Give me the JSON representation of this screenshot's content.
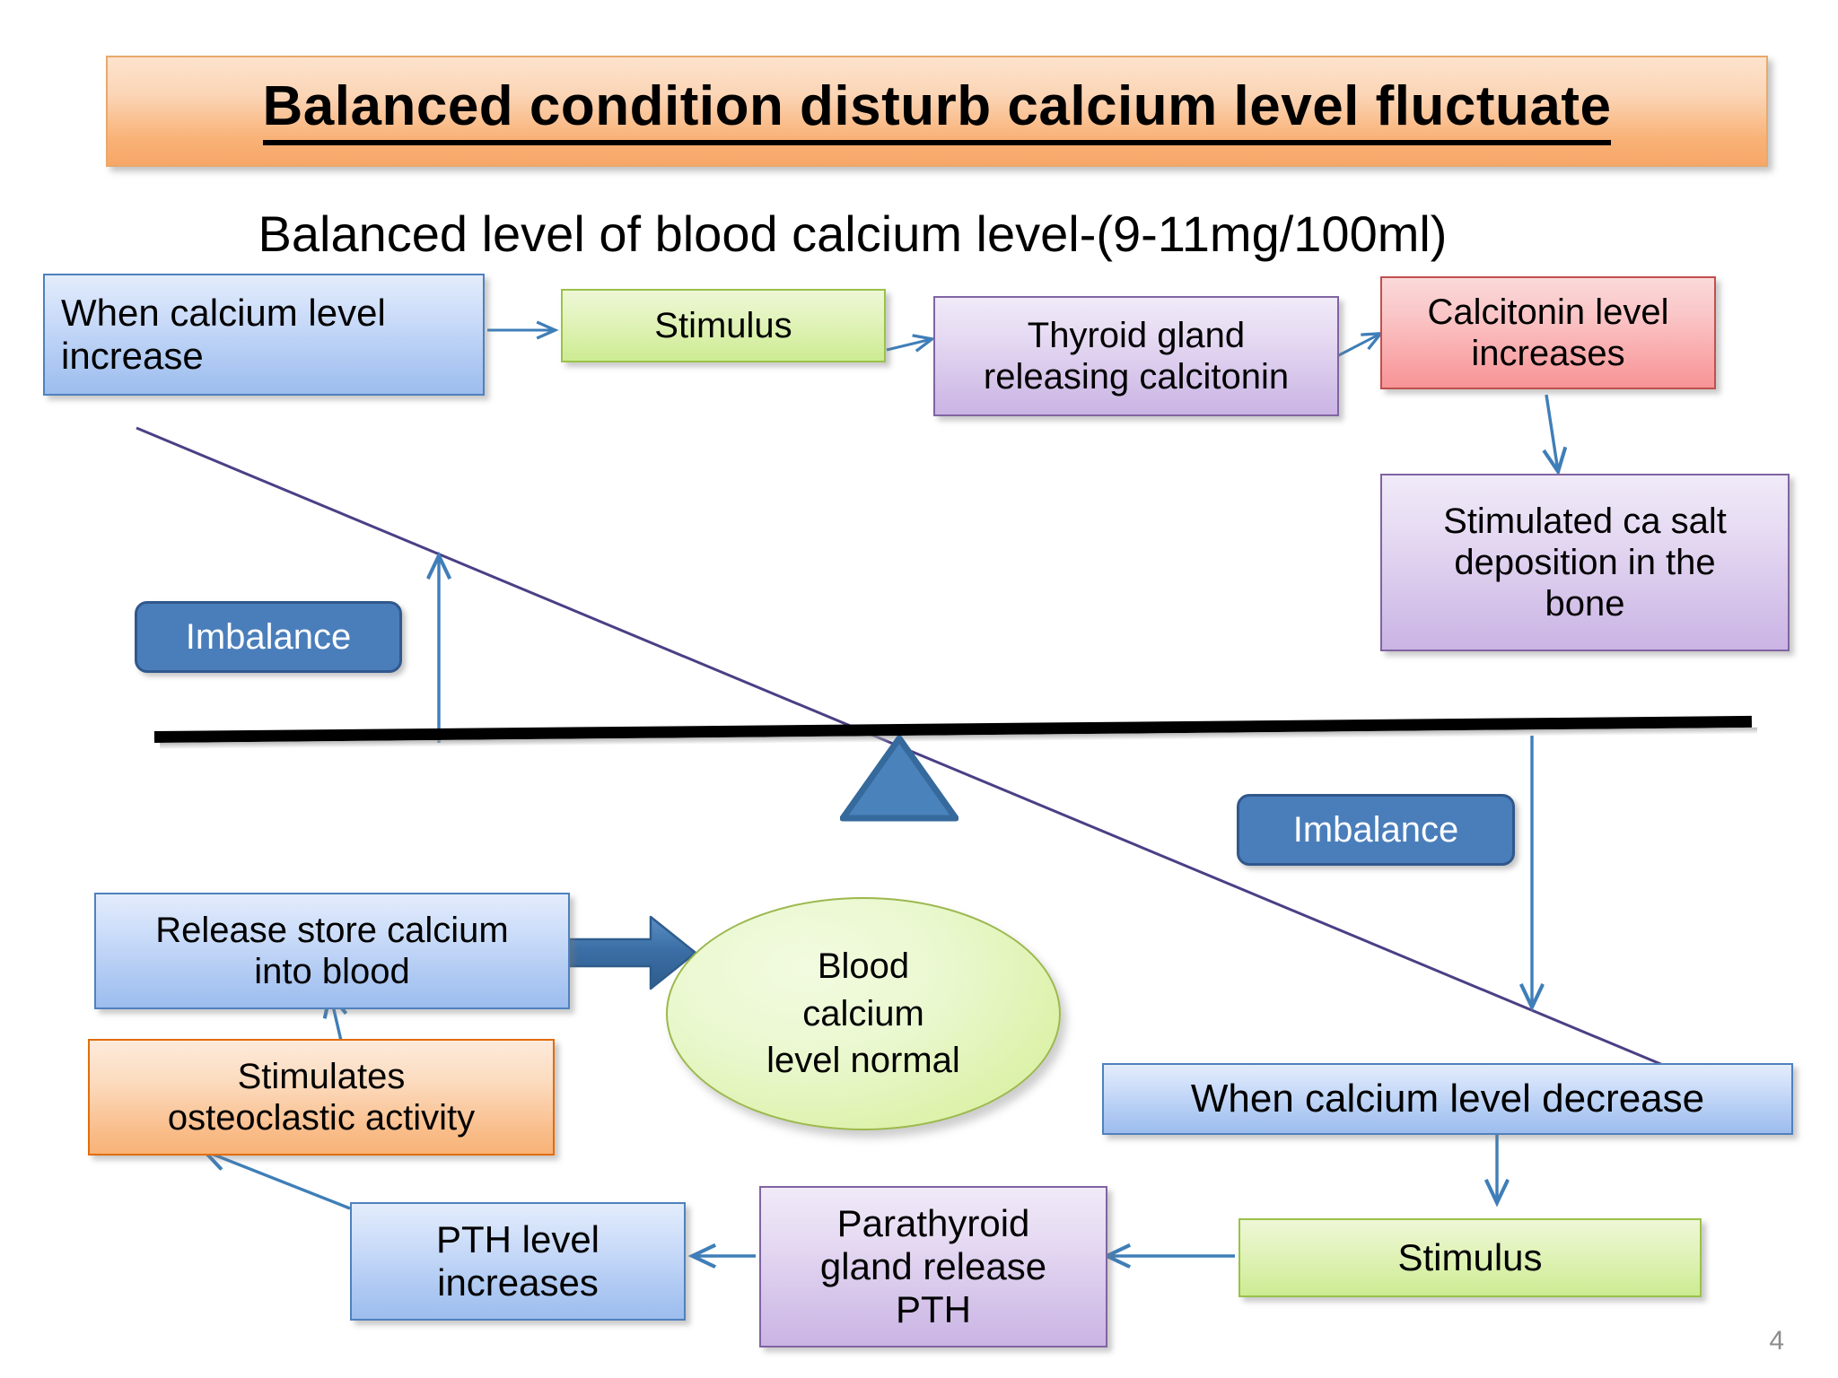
{
  "slide": {
    "title": "Balanced  condition  disturb  calcium  level fluctuate",
    "subtitle": "Balanced level of blood calcium level-(9-11mg/100ml)",
    "page_number": "4"
  },
  "colors": {
    "title_band_top": "#fde3cd",
    "title_band_bottom": "#f7a768",
    "blue_box": "#adc8f2",
    "green_box": "#d4eea0",
    "purple_box": "#d2bfe8",
    "pink_box": "#f9a2a4",
    "orange_box": "#f9bd8a",
    "imbalance_pill": "#4a7ebb",
    "fulcrum": "#4a7ebb",
    "arrow_blue": "#3f7eb8",
    "diagonal_line": "#4b3f85",
    "beam": "#000000",
    "page_number": "#8c8c8c"
  },
  "nodes": {
    "calcium_increase": "When calcium level increase",
    "stimulus_top": "Stimulus",
    "thyroid_gland": "Thyroid gland releasing calcitonin",
    "calcitonin_increase": "Calcitonin level increases",
    "ca_salt_deposition": "Stimulated ca salt deposition in the bone",
    "imbalance_left": "Imbalance",
    "imbalance_right": "Imbalance",
    "release_store_calcium": "Release store calcium into blood",
    "stimulates_osteoclastic": "Stimulates osteoclastic activity",
    "blood_calcium_normal": "Blood calcium level normal",
    "calcium_decrease": "When calcium level decrease",
    "stimulus_bottom": "Stimulus",
    "pth_level_increases": "PTH level increases",
    "parathyroid_release": "Parathyroid gland release PTH"
  },
  "node_lines": {
    "calcium_increase": [
      "When calcium level",
      "increase"
    ],
    "thyroid_gland": [
      "Thyroid gland",
      "releasing calcitonin"
    ],
    "calcitonin_increase": [
      "Calcitonin level",
      "increases"
    ],
    "ca_salt_deposition": [
      "Stimulated ca salt",
      "deposition in the",
      "bone"
    ],
    "release_store_calcium": [
      "Release store calcium",
      "into blood"
    ],
    "stimulates_osteoclastic": [
      "Stimulates",
      "osteoclastic activity"
    ],
    "blood_calcium_normal": [
      "Blood",
      "calcium",
      "level normal"
    ],
    "pth_level_increases": [
      "PTH level",
      "increases"
    ],
    "parathyroid_release": [
      "Parathyroid",
      "gland release",
      "PTH"
    ]
  }
}
